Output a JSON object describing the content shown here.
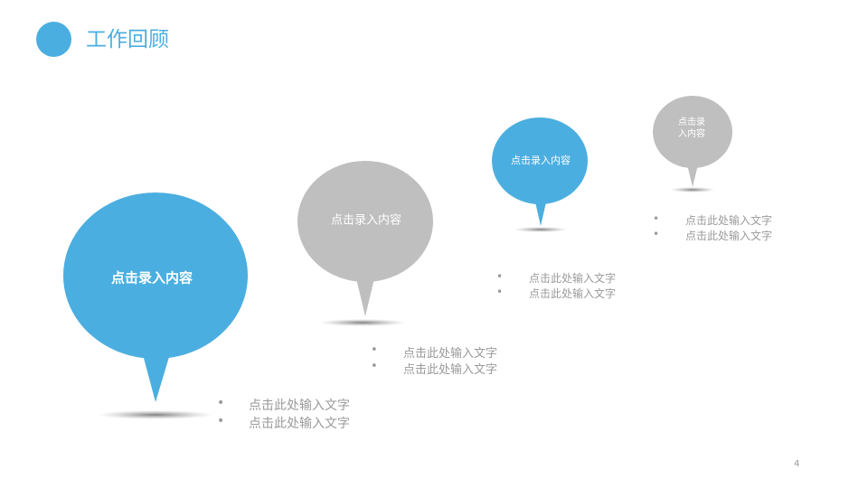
{
  "header": {
    "title": "工作回顾"
  },
  "colors": {
    "accent": "#4baee0",
    "gray": "#bfbfbf"
  },
  "pins": [
    {
      "label": "点击录入内容",
      "color": "#4baee0"
    },
    {
      "label": "点击录入内容",
      "color": "#bfbfbf"
    },
    {
      "label": "点击录入内容",
      "color": "#4baee0"
    },
    {
      "label": "点击录\n入内容",
      "color": "#bfbfbf"
    }
  ],
  "bullets": [
    [
      "点击此处输入文字",
      "点击此处输入文字"
    ],
    [
      "点击此处输入文字",
      "点击此处输入文字"
    ],
    [
      "点击此处输入文字",
      "点击此处输入文字"
    ],
    [
      "点击此处输入文字",
      "点击此处输入文字"
    ]
  ],
  "bullet_char": "•",
  "page_number": "4"
}
